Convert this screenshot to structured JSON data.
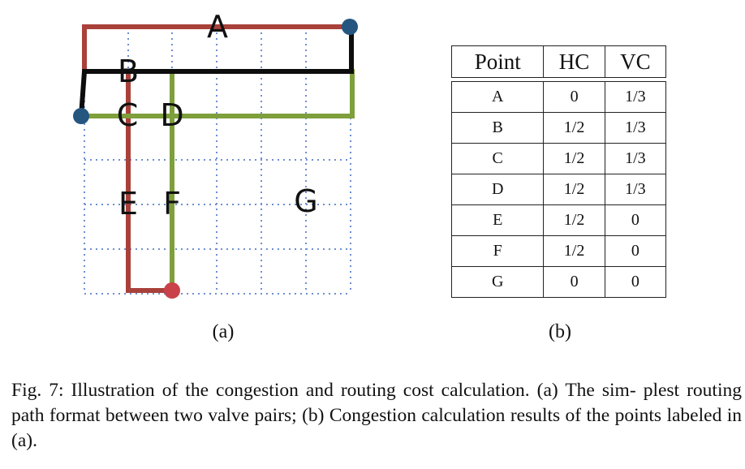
{
  "figure_a": {
    "point_labels": [
      "A",
      "B",
      "C",
      "D",
      "E",
      "F",
      "G"
    ],
    "path_colors": {
      "red": "#a9413b",
      "green": "#7e9f3c",
      "black": "#0d0d0d"
    },
    "node_colors": {
      "blue": "#24567f",
      "red": "#c9424a"
    },
    "grid_color": "#6e8fd0",
    "sub_label": "(a)"
  },
  "table": {
    "headers": [
      "Point",
      "HC",
      "VC"
    ],
    "rows": [
      [
        "A",
        "0",
        "1/3"
      ],
      [
        "B",
        "1/2",
        "1/3"
      ],
      [
        "C",
        "1/2",
        "1/3"
      ],
      [
        "D",
        "1/2",
        "1/3"
      ],
      [
        "E",
        "1/2",
        "0"
      ],
      [
        "F",
        "1/2",
        "0"
      ],
      [
        "G",
        "0",
        "0"
      ]
    ],
    "sub_label": "(b)"
  },
  "caption": "Fig. 7: Illustration of the congestion and routing cost calculation. (a) The sim- plest routing path format between two valve pairs; (b) Congestion calculation results of the points labeled in (a)."
}
